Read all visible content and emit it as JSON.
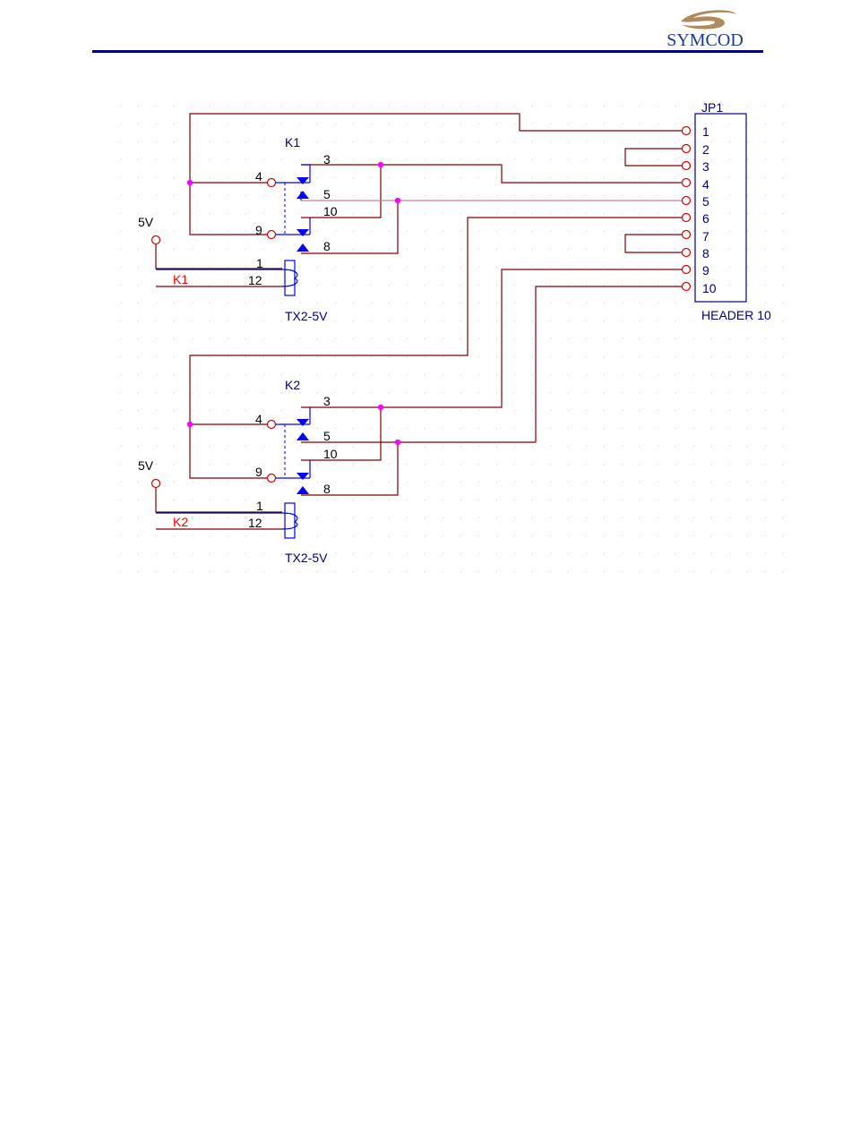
{
  "logo": {
    "text": "SYMCOD"
  },
  "colors": {
    "header_rule": "#000080",
    "wire_red": "#800000",
    "wire_blue": "#000080",
    "junction": "#ff00ff",
    "contact": "#0000ff",
    "pin_circle": "#cc0000",
    "net_label_red": "#ff0000"
  },
  "header": {
    "ref": "JP1",
    "name": "HEADER 10",
    "pins": [
      "1",
      "2",
      "3",
      "4",
      "5",
      "6",
      "7",
      "8",
      "9",
      "10"
    ]
  },
  "relay_k1": {
    "ref": "K1",
    "part": "TX2-5V",
    "pins": {
      "p3": "3",
      "p4": "4",
      "p5": "5",
      "p10": "10",
      "p9": "9",
      "p8": "8",
      "p1": "1",
      "p12": "12"
    },
    "supply": "5V",
    "net": "K1"
  },
  "relay_k2": {
    "ref": "K2",
    "part": "TX2-5V",
    "pins": {
      "p3": "3",
      "p4": "4",
      "p5": "5",
      "p10": "10",
      "p9": "9",
      "p8": "8",
      "p1": "1",
      "p12": "12"
    },
    "supply": "5V",
    "net": "K2"
  }
}
